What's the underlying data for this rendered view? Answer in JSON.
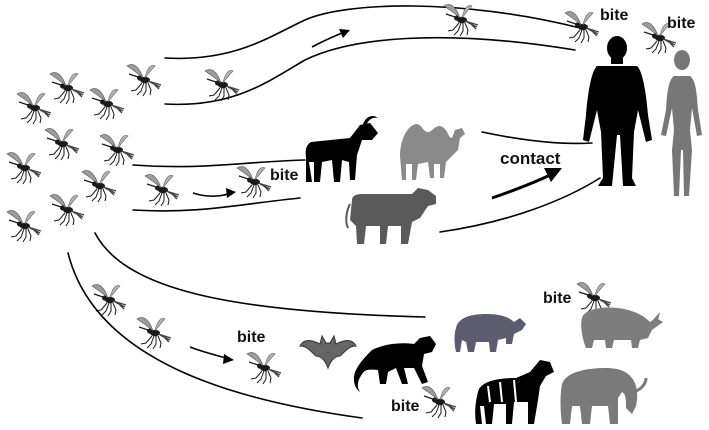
{
  "labels": {
    "bite_human_1": "bite",
    "bite_human_2": "bite",
    "bite_livestock": "bite",
    "contact": "contact",
    "bite_wildlife_left": "bite",
    "bite_wildlife_top": "bite",
    "bite_wildlife_bottom": "bite"
  },
  "colors": {
    "black": "#000000",
    "dark_gray": "#3a3a3a",
    "mid_gray": "#5a5a5a",
    "light_gray": "#7d7d7d",
    "pale_gray": "#8f8f8f",
    "warthog": "#5c5c6e"
  },
  "icons": {
    "vector": "mosquito-icon",
    "hosts": [
      "goat-icon",
      "camel-icon",
      "cow-icon",
      "man-icon",
      "woman-icon",
      "bat-icon",
      "monkey-icon",
      "warthog-icon",
      "rhino-icon",
      "zebra-icon",
      "elephant-icon"
    ]
  }
}
